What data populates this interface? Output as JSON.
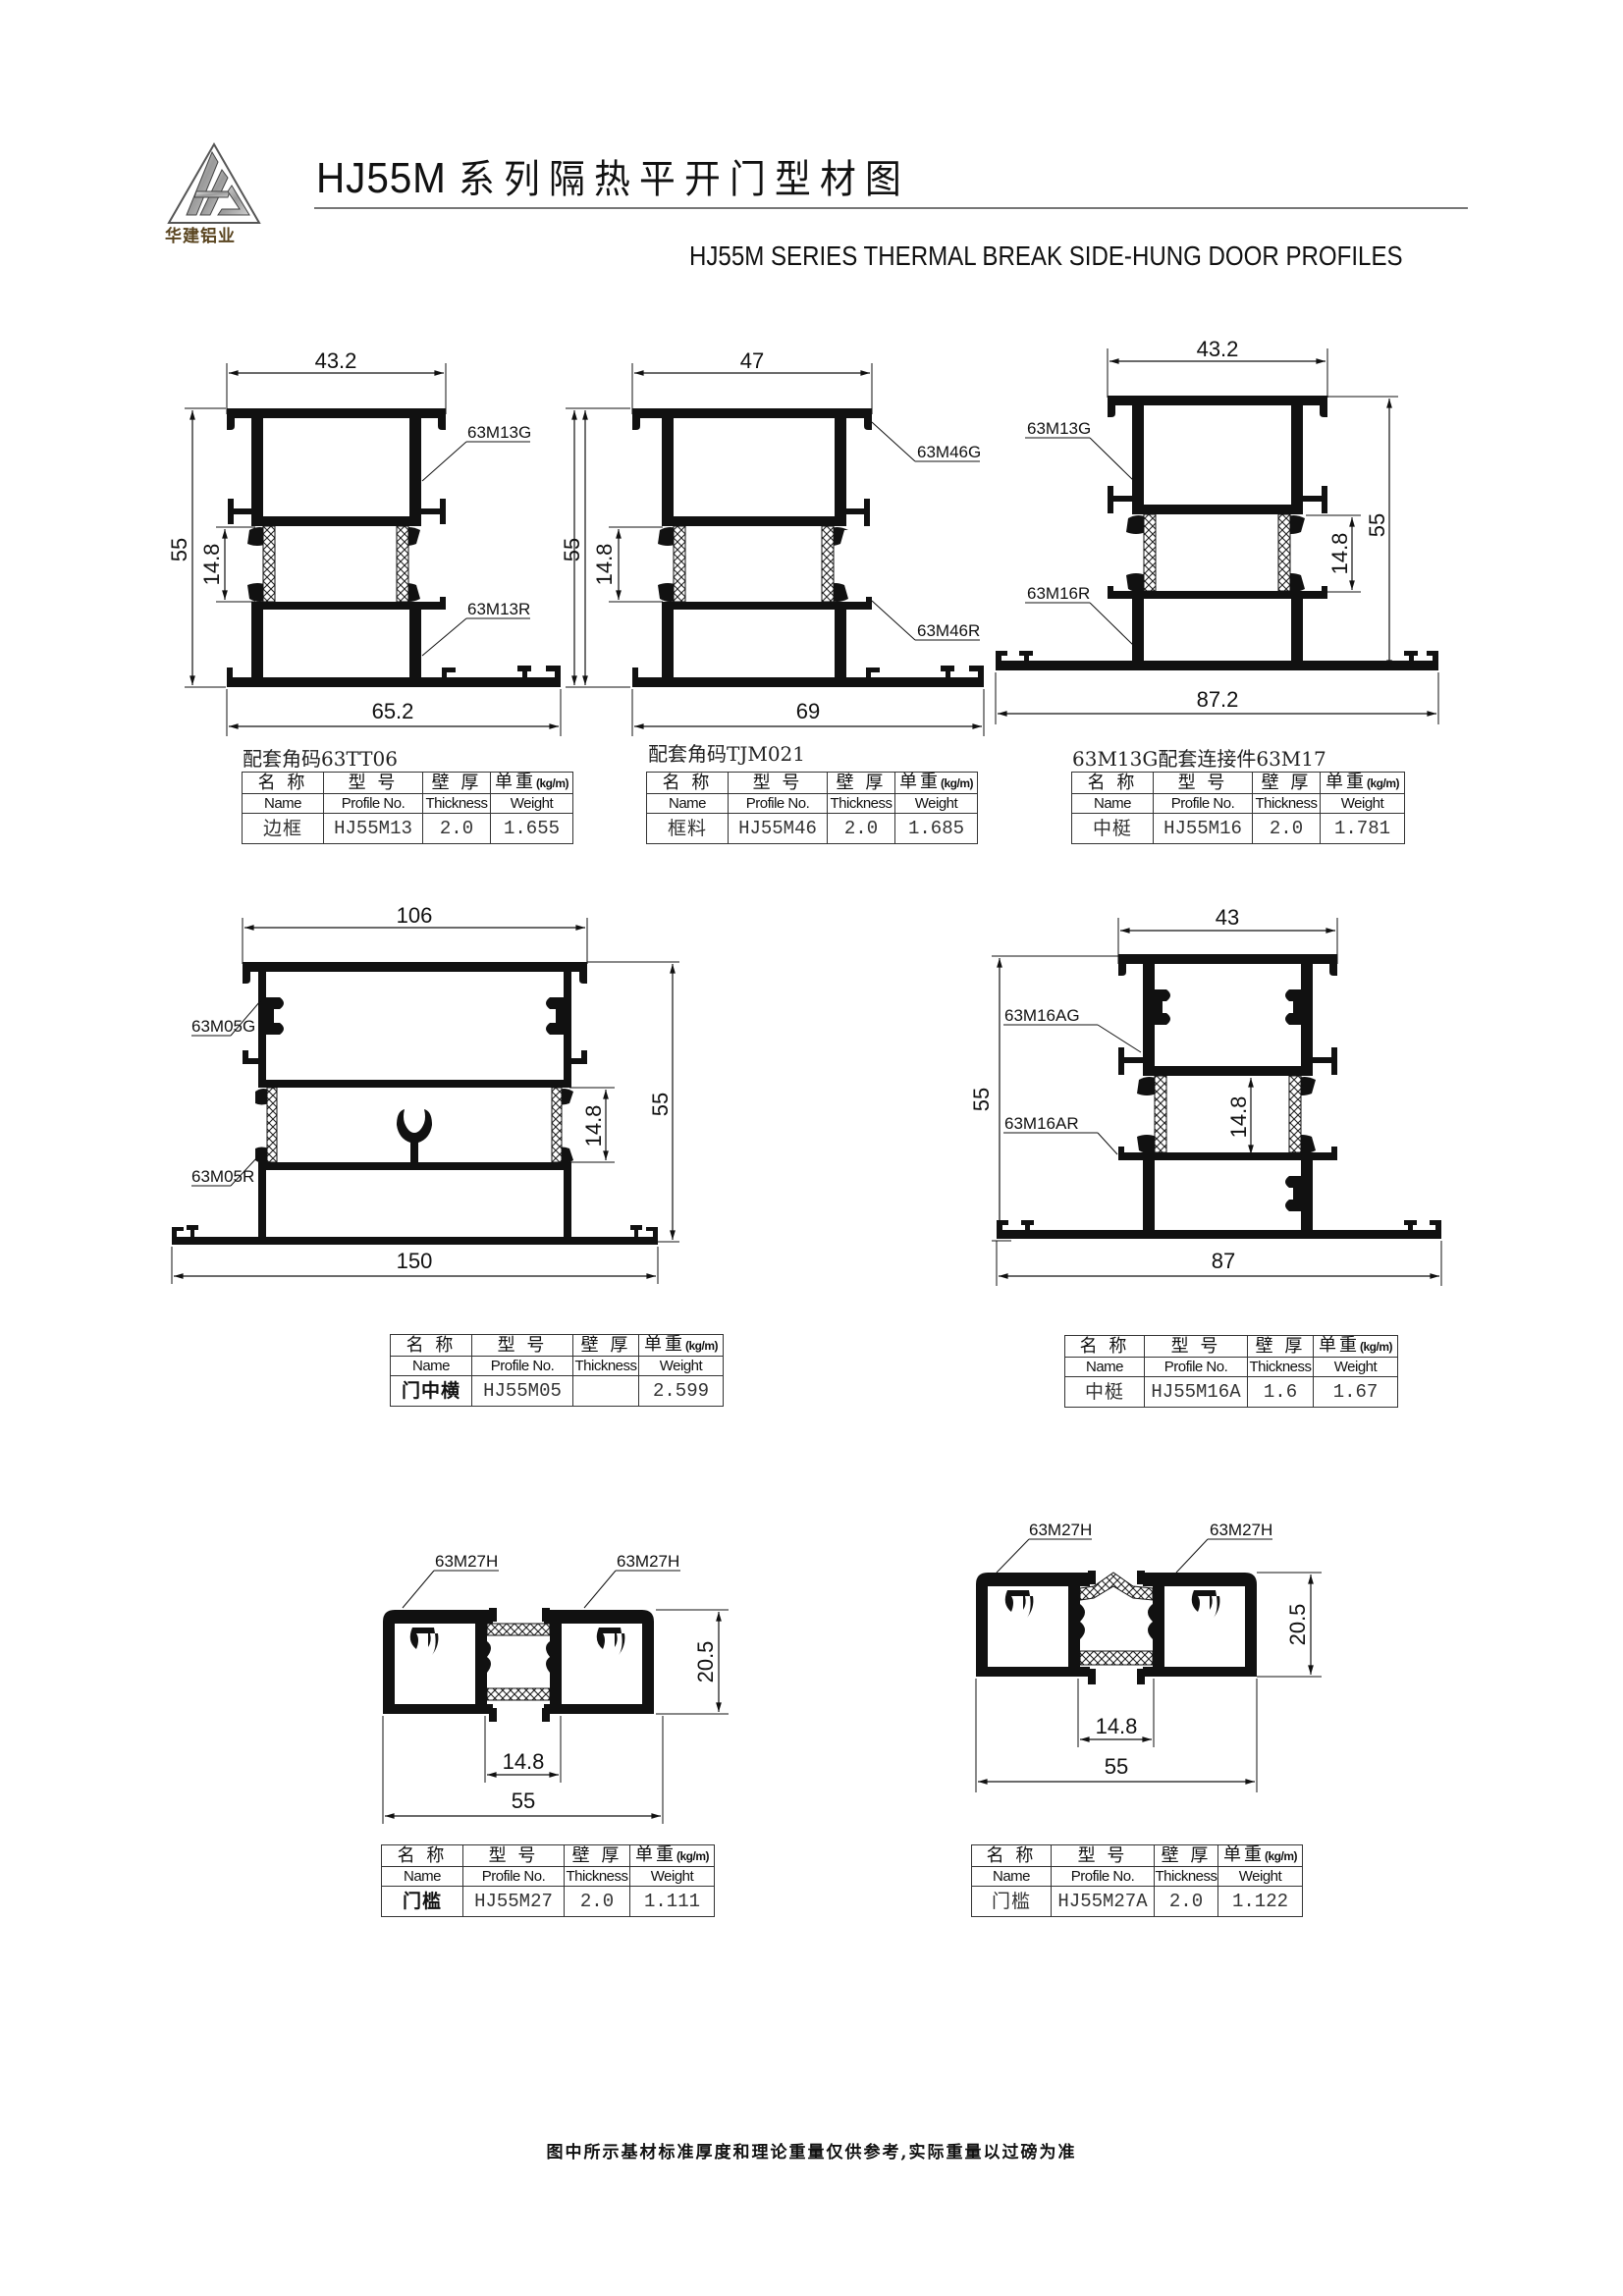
{
  "header": {
    "logo_text": "华建铝业",
    "title_code": "HJ55M",
    "title_cn": "系列隔热平开门型材图",
    "subtitle": "HJ55M  SERIES  THERMAL BREAK SIDE-HUNG DOOR PROFILES"
  },
  "table_headers": {
    "name_cn": "名 称",
    "name_en": "Name",
    "profile_cn": "型 号",
    "profile_en": "Profile No.",
    "thickness_cn": "壁 厚",
    "thickness_en": "Thickness",
    "weight_cn": "单重",
    "weight_unit": "(kg/m)",
    "weight_en": "Weight"
  },
  "profiles": [
    {
      "caption": "配套角码63TT06",
      "dims": {
        "top_width": "43.2",
        "height": "55",
        "break_gap": "14.8",
        "bottom_width": "65.2"
      },
      "labels": {
        "upper": "63M13G",
        "lower": "63M13R"
      },
      "spec": {
        "name": "边框",
        "profile_no": "HJ55M13",
        "thickness": "2.0",
        "weight": "1.655"
      }
    },
    {
      "caption": "配套角码TJM021",
      "dims": {
        "top_width": "47",
        "height": "55",
        "break_gap": "14.8",
        "bottom_width": "69"
      },
      "labels": {
        "upper": "63M46G",
        "lower": "63M46R"
      },
      "spec": {
        "name": "框料",
        "profile_no": "HJ55M46",
        "thickness": "2.0",
        "weight": "1.685"
      }
    },
    {
      "caption": "63M13G配套连接件63M17",
      "dims": {
        "top_width": "43.2",
        "height": "55",
        "break_gap": "14.8",
        "bottom_width": "87.2"
      },
      "labels": {
        "upper": "63M13G",
        "lower": "63M16R"
      },
      "spec": {
        "name": "中梃",
        "profile_no": "HJ55M16",
        "thickness": "2.0",
        "weight": "1.781"
      }
    },
    {
      "caption": "",
      "dims": {
        "top_width": "106",
        "height": "55",
        "break_gap": "14.8",
        "bottom_width": "150"
      },
      "labels": {
        "upper": "63M05G",
        "lower": "63M05R"
      },
      "spec": {
        "name": "门中横",
        "profile_no": "HJ55M05",
        "thickness": "",
        "weight": "2.599"
      }
    },
    {
      "caption": "",
      "dims": {
        "top_width": "43",
        "height": "55",
        "break_gap": "14.8",
        "bottom_width": "87"
      },
      "labels": {
        "upper": "63M16AG",
        "lower": "63M16AR"
      },
      "spec": {
        "name": "中梃",
        "profile_no": "HJ55M16A",
        "thickness": "1.6",
        "weight": "1.67"
      }
    },
    {
      "caption": "",
      "dims": {
        "height": "20.5",
        "break_gap": "14.8",
        "width": "55"
      },
      "labels": {
        "left": "63M27H",
        "right": "63M27H"
      },
      "spec": {
        "name": "门槛",
        "profile_no": "HJ55M27",
        "thickness": "2.0",
        "weight": "1.111"
      }
    },
    {
      "caption": "",
      "dims": {
        "height": "20.5",
        "break_gap": "14.8",
        "width": "55"
      },
      "labels": {
        "left": "63M27H",
        "right": "63M27H"
      },
      "spec": {
        "name": "门槛",
        "profile_no": "HJ55M27A",
        "thickness": "2.0",
        "weight": "1.122"
      }
    }
  ],
  "footer": {
    "note": "图中所示基材标准厚度和理论重量仅供参考,实际重量以过磅为准"
  }
}
